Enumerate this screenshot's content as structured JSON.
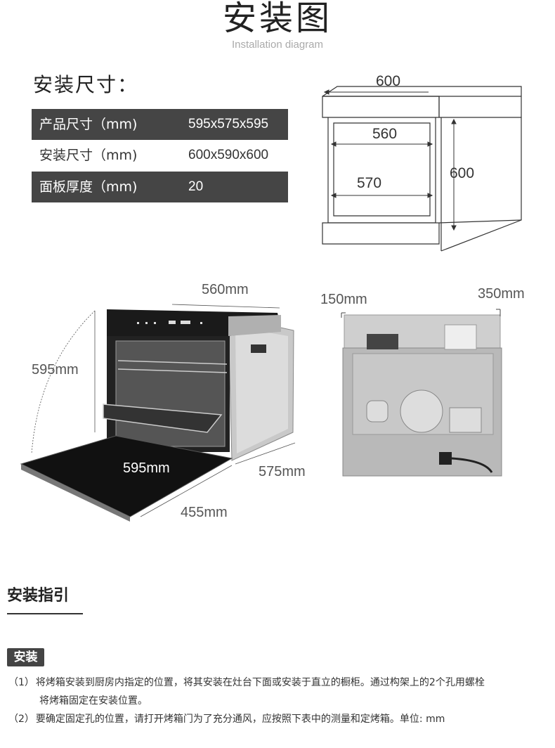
{
  "header": {
    "title": "安装图",
    "subtitle": "Installation diagram"
  },
  "dimensions": {
    "heading": "安装尺寸：",
    "rows": [
      {
        "label": "产品尺寸（mm)",
        "value": "595x575x595"
      },
      {
        "label": "安装尺寸（mm)",
        "value": "600x590x600"
      },
      {
        "label": "面板厚度（mm)",
        "value": "20"
      }
    ]
  },
  "cabinet_diagram": {
    "width": "600",
    "inner_top": "560",
    "inner_bottom": "570",
    "height": "600"
  },
  "oven_front": {
    "width": "560mm",
    "height": "595mm",
    "inner_width": "595mm",
    "depth": "575mm",
    "door": "455mm"
  },
  "oven_back": {
    "left": "150mm",
    "right": "350mm"
  },
  "guide": {
    "heading": "安装指引",
    "badge": "安装",
    "steps": [
      {
        "num": "（1）",
        "text": "将烤箱安装到厨房内指定的位置，将其安装在灶台下面或安装于直立的橱柜。通过构架上的2个孔用螺栓",
        "cont": "将烤箱固定在安装位置。"
      },
      {
        "num": "（2）",
        "text": "要确定固定孔的位置，请打开烤箱门为了充分通风，应按照下表中的测量和定烤箱。单位: mm"
      }
    ]
  }
}
